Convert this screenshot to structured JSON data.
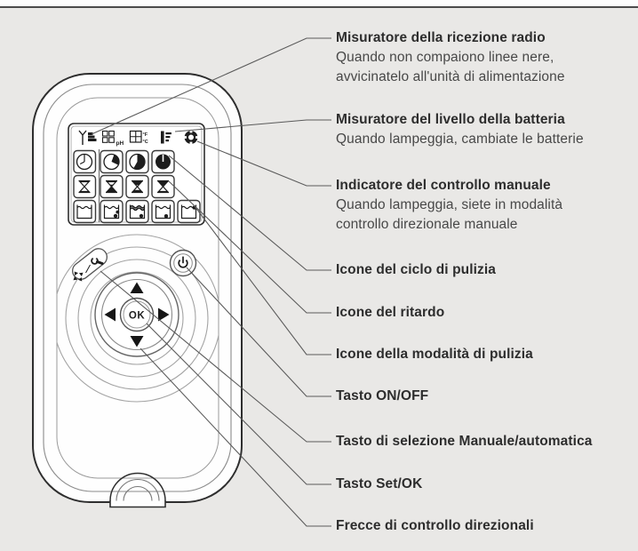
{
  "page": {
    "background_color": "#e9e8e6",
    "top_rule_color": "#4b4b4b"
  },
  "callouts": [
    {
      "title": "Misuratore della ricezione radio",
      "lines": [
        "Quando non compaiono linee nere,",
        "avvicinatelo all'unità di alimentazione"
      ]
    },
    {
      "title": "Misuratore del livello della batteria",
      "lines": [
        "Quando lampeggia, cambiate le batterie"
      ]
    },
    {
      "title": "Indicatore del controllo manuale",
      "lines": [
        "Quando lampeggia, siete in modalità",
        "controllo direzionale manuale"
      ]
    },
    {
      "title": "Icone del ciclo di pulizia",
      "lines": []
    },
    {
      "title": "Icone del ritardo",
      "lines": []
    },
    {
      "title": "Icone della modalità di pulizia",
      "lines": []
    },
    {
      "title": "Tasto ON/OFF",
      "lines": []
    },
    {
      "title": "Tasto di selezione Manuale/automatica",
      "lines": []
    },
    {
      "title": "Tasto Set/OK",
      "lines": []
    },
    {
      "title": "Frecce di controllo direzionali",
      "lines": []
    }
  ],
  "device": {
    "kind": "remote-control-illustration",
    "screen": {
      "ph_label": "pH",
      "temp_f_label": "°F",
      "temp_c_label": "°C",
      "status_icons": [
        "radio-signal-icon",
        "timer-grid-ph-icon",
        "timer-grid-temp-icon",
        "battery-level-icon",
        "manual-control-wheel-icon"
      ],
      "cycle_icons": [
        "clock-empty-icon",
        "clock-quarter-icon",
        "clock-half-icon",
        "clock-full-icon"
      ],
      "delay_icons": [
        "hourglass-empty-icon",
        "hourglass-bottom-full-icon",
        "hourglass-running-icon",
        "hourglass-top-full-icon"
      ],
      "mode_icons": [
        "pool-empty-icon",
        "pool-floor-wall-icon",
        "pool-waterline-icon",
        "pool-floor-icon",
        "pool-surface-icon"
      ]
    },
    "buttons": {
      "ok_label": "OK",
      "names": [
        "mode-select-button",
        "power-button",
        "arrow-up-button",
        "arrow-down-button",
        "arrow-left-button",
        "arrow-right-button",
        "ok-button"
      ]
    }
  },
  "colors": {
    "outline_dark": "#2e2e2e",
    "outline_light": "#9a9a9a",
    "leader_line": "#5a5a5a",
    "icon_fill": "#1d1d1d",
    "title_text": "#2d2d2d",
    "body_text": "#484848"
  }
}
